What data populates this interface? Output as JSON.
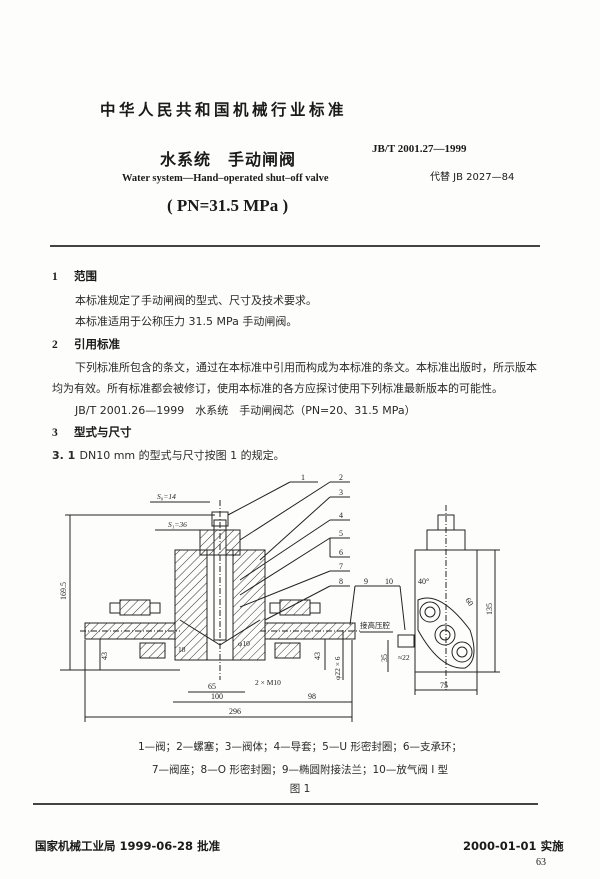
{
  "header": {
    "organization": "中华人民共和国机械行业标准",
    "standard_code": "JB/T  2001.27—1999",
    "replaces": "代替 JB 2027—84",
    "title_cn": "水系统　手动闸阀",
    "title_en": "Water system—Hand–operated shut–off valve",
    "pressure": "( PN=31.5 MPa )"
  },
  "sections": [
    {
      "number": "1",
      "title": "范围",
      "paragraphs": [
        "本标准规定了手动闸阀的型式、尺寸及技术要求。",
        "本标准适用于公称压力 31.5 MPa 手动闸阀。"
      ]
    },
    {
      "number": "2",
      "title": "引用标准",
      "paragraphs": [
        "下列标准所包含的条文，通过在本标准中引用而构成为本标准的条文。本标准出版时，所示版本",
        "均为有效。所有标准都会被修订，使用本标准的各方应探讨使用下列标准最新版本的可能性。",
        "JB/T  2001.26—1999　水系统　手动闸阀芯（PN=20、31.5 MPa）"
      ]
    },
    {
      "number": "3",
      "title": "型式与尺寸",
      "paragraphs": []
    }
  ],
  "clause_3_1": {
    "number": "3. 1",
    "text": "DN10 mm 的型式与尺寸按图 1 的规定。"
  },
  "figure": {
    "callouts": [
      "1",
      "2",
      "3",
      "4",
      "5",
      "6",
      "7",
      "8",
      "9",
      "10"
    ],
    "dimensions": {
      "s0": "S₀=14",
      "s1": "S₁=36",
      "height_total": "169.5",
      "left_43": "43",
      "right_43": "43",
      "dim_18": "18",
      "phi10": "φ10",
      "phi22": "φ22 × 6",
      "holes": "2 × M10",
      "d65": "65",
      "d100": "100",
      "d98": "98",
      "d296": "296",
      "angle": "40°",
      "d60": "60",
      "d135": "135",
      "d35": "35",
      "d22": "≈22",
      "d75": "75",
      "port_label": "接高压腔"
    },
    "legend_line1": "1—阀；2—螺塞；3—阀体；4—导套；5—U 形密封圈；6—支承环；",
    "legend_line2": "7—阀座；8—O 形密封圈；9—椭圆附接法兰；10—放气阀 I 型",
    "caption": "图 1"
  },
  "footer": {
    "approval": "国家机械工业局 1999-06-28 批准",
    "effective": "2000-01-01  实施",
    "page_number": "63"
  }
}
